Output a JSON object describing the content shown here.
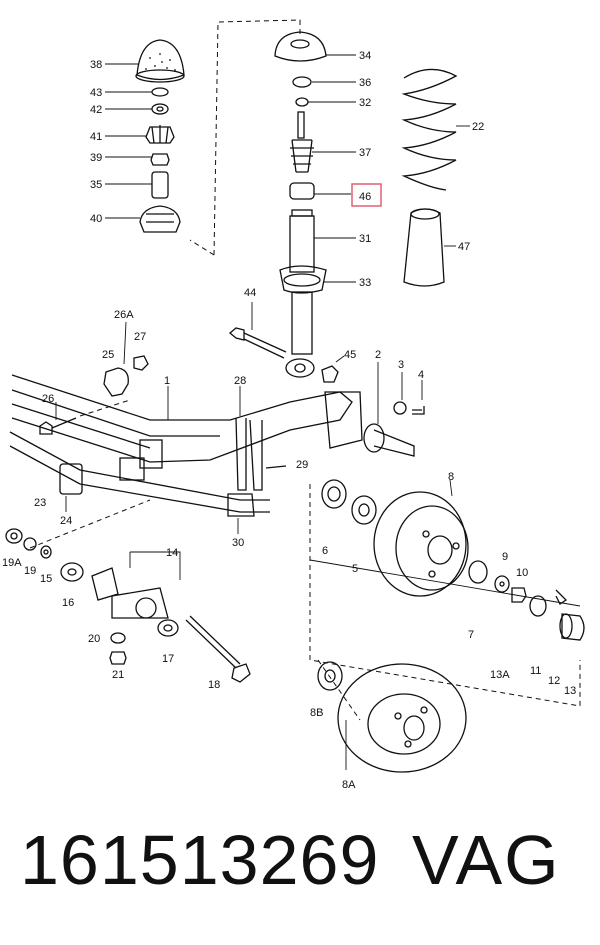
{
  "highlight_color": "#e06070",
  "labels": [
    "38",
    "43",
    "42",
    "41",
    "39",
    "35",
    "40",
    "34",
    "36",
    "32",
    "37",
    "46",
    "31",
    "33",
    "22",
    "47",
    "44",
    "45",
    "2",
    "3",
    "4",
    "26A",
    "27",
    "25",
    "1",
    "28",
    "26",
    "29",
    "8",
    "23",
    "24",
    "30",
    "19A",
    "19",
    "15",
    "16",
    "14",
    "20",
    "21",
    "17",
    "18",
    "6",
    "5",
    "9",
    "10",
    "7",
    "11",
    "12",
    "13",
    "13A",
    "8B",
    "8A"
  ],
  "highlighted_label": "46",
  "footer": {
    "part_number": "161513269",
    "brand": "VAG"
  }
}
